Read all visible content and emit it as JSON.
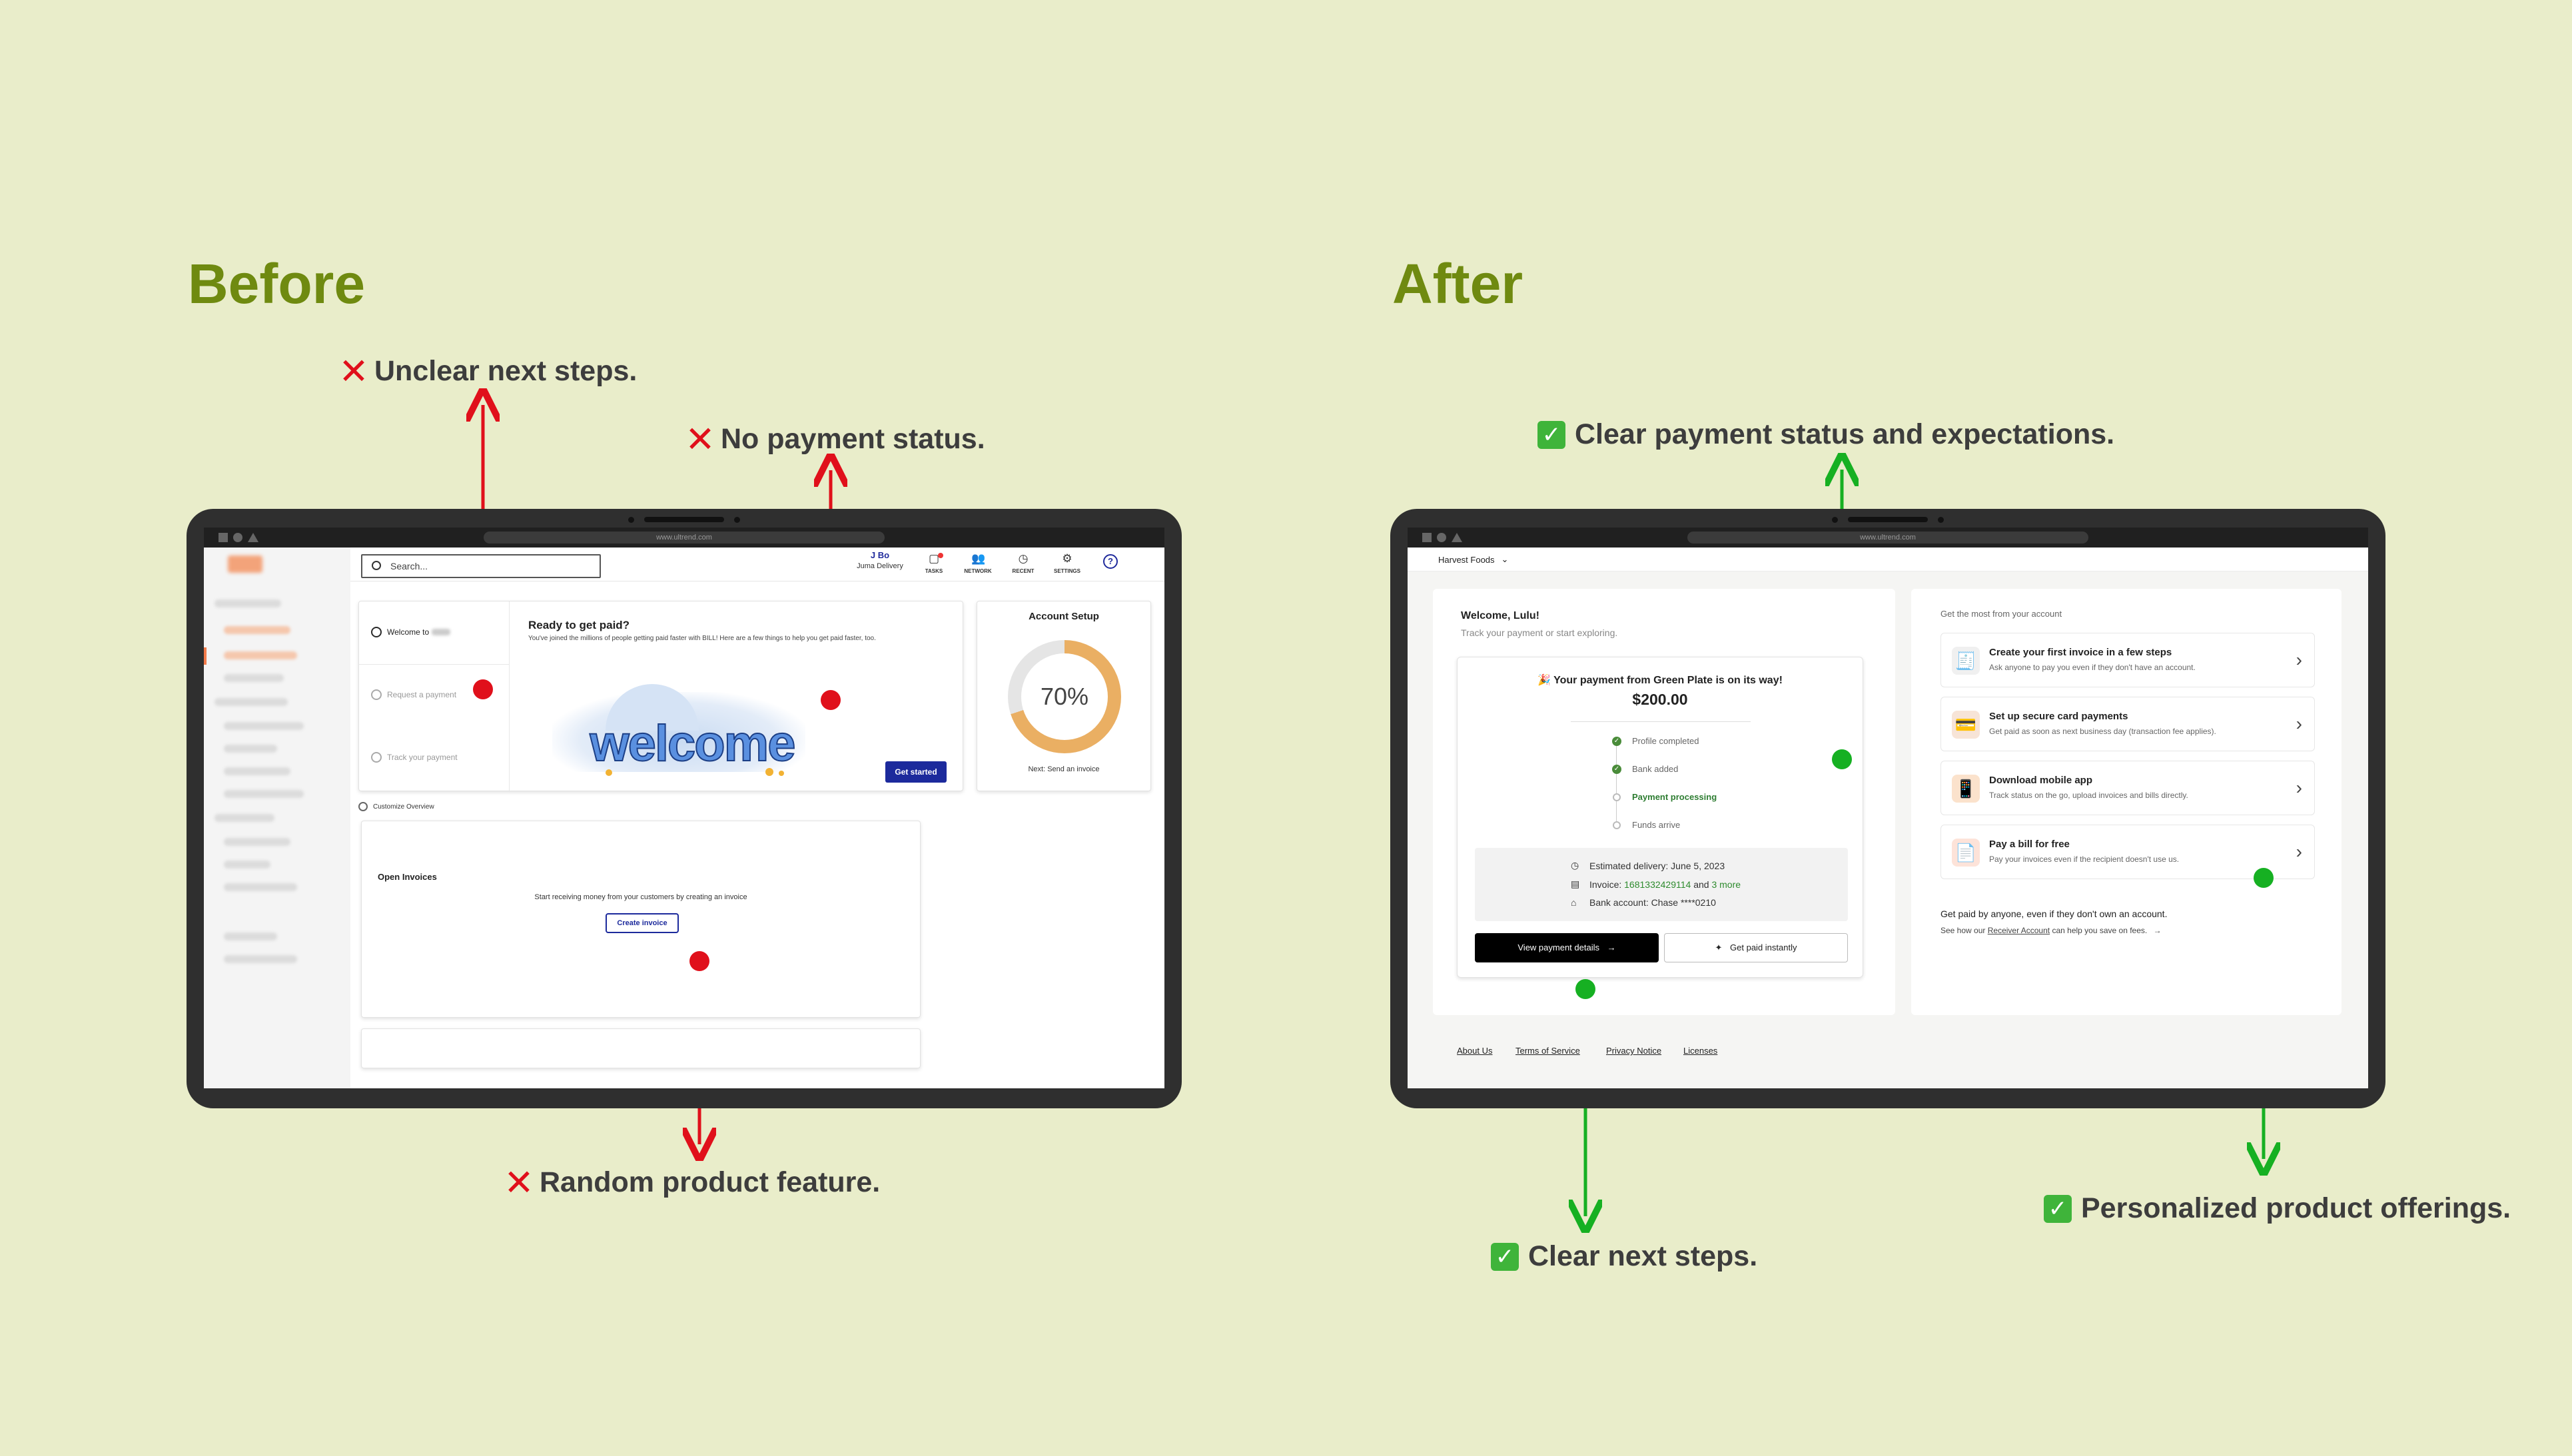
{
  "headings": {
    "before": "Before",
    "after": "After"
  },
  "notes": {
    "unclear_next_steps": "Unclear next steps.",
    "no_payment_status": "No payment status.",
    "random_feature": "Random product feature.",
    "clear_payment_status": "Clear payment status and expectations.",
    "clear_next_steps": "Clear next steps.",
    "personalized_offerings": "Personalized product offerings."
  },
  "icons": {
    "cross": "✕",
    "check": "✓"
  },
  "colors": {
    "accent_green": "#6f8a10",
    "bad_red": "#e0101b",
    "good_green": "#16b022",
    "page_bg": "#e9edca"
  },
  "browser": {
    "url": "www.ultrend.com"
  },
  "before_app": {
    "search_placeholder": "Search...",
    "user_initials": "J Bo",
    "company": "Juma Delivery",
    "nav": [
      "TASKS",
      "NETWORK",
      "RECENT",
      "SETTINGS"
    ],
    "steps": {
      "welcome": "Welcome to",
      "request": "Request a payment",
      "track": "Track your payment"
    },
    "hero_title": "Ready to get paid?",
    "hero_text": "You've joined the millions of people getting paid faster with BILL! Here are a few things to help you get paid faster, too.",
    "welcome_art": "welcome",
    "get_started": "Get started",
    "account_setup": "Account Setup",
    "progress_label": "70%",
    "progress_value": 0.7,
    "next_step": "Next: Send an invoice",
    "customize": "Customize Overview",
    "open_invoices": "Open Invoices",
    "open_invoices_text": "Start receiving money from your customers by creating an invoice",
    "create_invoice": "Create invoice"
  },
  "after_app": {
    "org": "Harvest Foods",
    "greeting": "Welcome, Lulu!",
    "sub": "Track your payment or start exploring.",
    "payment_title": "🎉 Your payment from Green Plate is on its way!",
    "amount": "$200.00",
    "timeline": [
      "Profile completed",
      "Bank added",
      "Payment processing",
      "Funds arrive"
    ],
    "delivery_label": "Estimated delivery: June 5, 2023",
    "invoice_label": "Invoice:",
    "invoice_number": "1681332429114",
    "invoice_and": "and",
    "invoice_more": "3 more",
    "bank_label": "Bank account: Chase  ****0210",
    "view_details": "View payment details",
    "get_paid": "Get paid instantly",
    "right_title": "Get the most from your account",
    "offers": [
      {
        "title": "Create your first invoice in a few steps",
        "sub": "Ask anyone to pay you even if they don't have an account.",
        "icon": "invoice-icon"
      },
      {
        "title": "Set up secure card payments",
        "sub": "Get paid as soon as next business day (transaction fee applies).",
        "icon": "card-icon"
      },
      {
        "title": "Download mobile app",
        "sub": "Track status on the go, upload invoices and bills directly.",
        "icon": "phone-icon"
      },
      {
        "title": "Pay a bill for free",
        "sub": "Pay your invoices even if the recipient doesn't use us.",
        "icon": "bill-icon"
      }
    ],
    "promo_title": "Get paid by anyone, even if they don't own an account.",
    "promo_pre": "See how our",
    "promo_link": "Receiver Account",
    "promo_post": "can help you save on fees.",
    "footer": [
      "About Us",
      "Terms of Service",
      "Privacy Notice",
      "Licenses"
    ]
  }
}
